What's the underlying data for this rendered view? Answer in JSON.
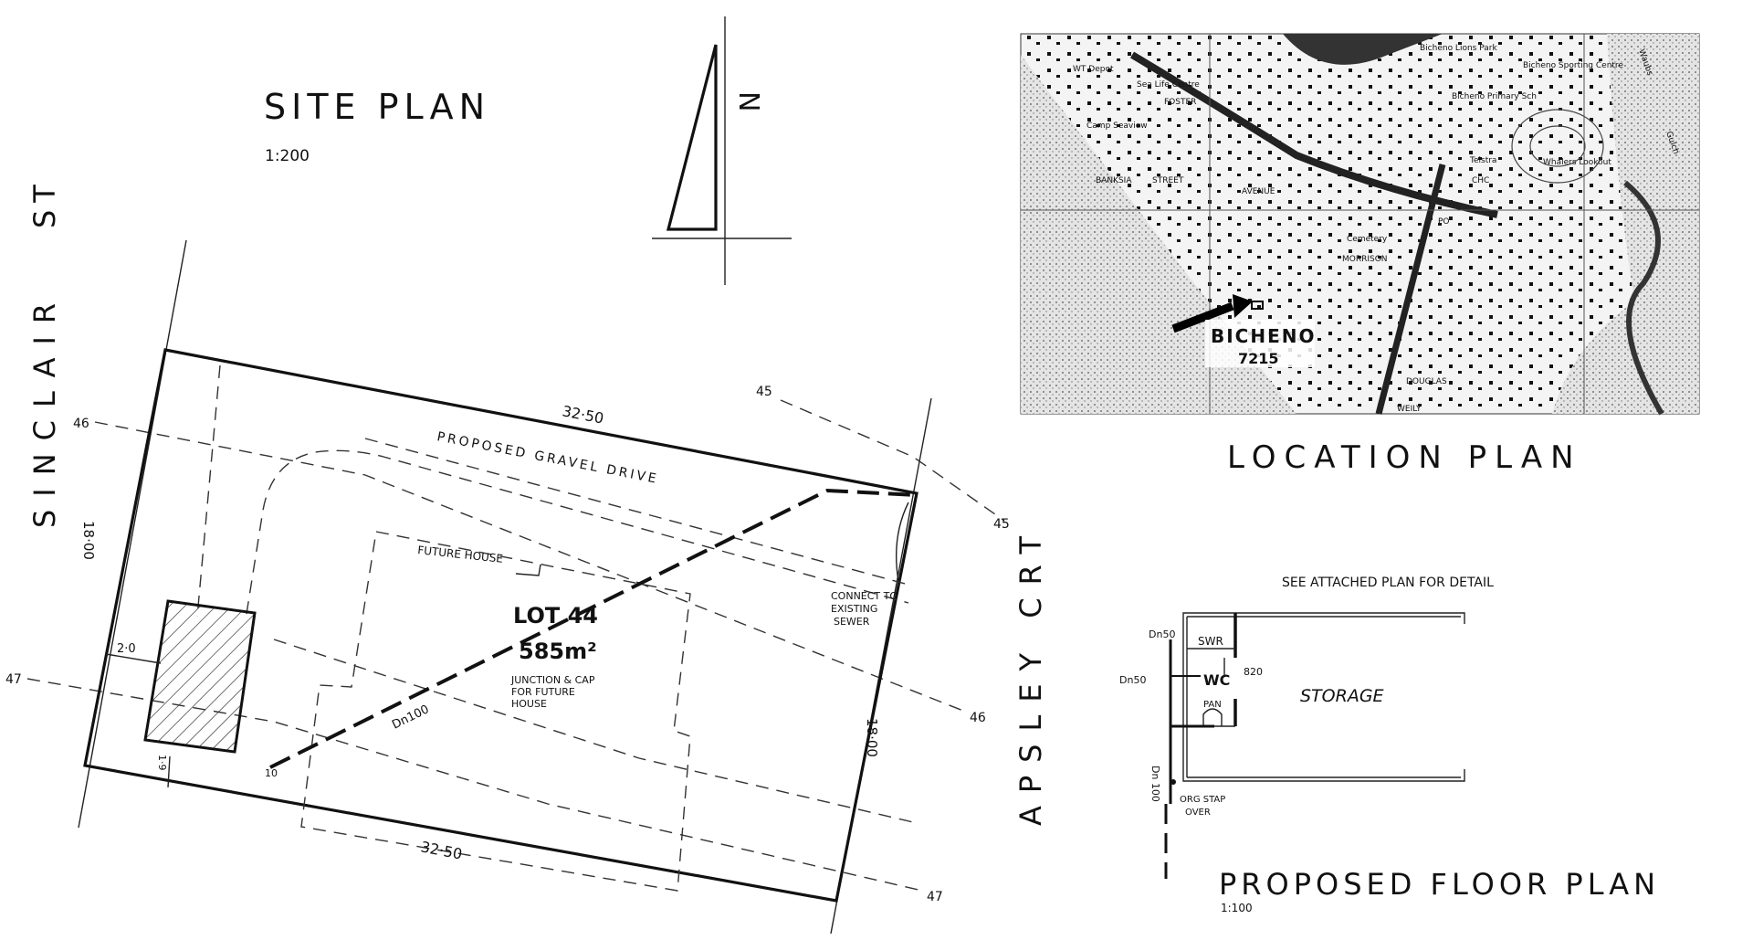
{
  "site_plan": {
    "title": "SITE PLAN",
    "scale": "1:200",
    "north_label": "N",
    "street_left": "SINCLAIR",
    "street_left_suffix": "ST",
    "street_right": "APSLEY CRT",
    "dim_top": "32·50",
    "dim_bottom": "32·50",
    "dim_left": "18·00",
    "dim_right": "18·00",
    "dim_setback_side": "2·0",
    "dim_setback_rear": "1·9",
    "invert_level": "10",
    "drive_label": "PROPOSED GRAVEL DRIVE",
    "future_house_label": "FUTURE HOUSE",
    "lot_label": "LOT 44",
    "lot_area": "585m²",
    "junction_label": [
      "JUNCTION & CAP",
      "FOR FUTURE",
      "HOUSE"
    ],
    "pipe_label": "Dn100",
    "sewer_label": [
      "CONNECT TO",
      "EXISTING",
      "SEWER"
    ],
    "contours": [
      "46",
      "47",
      "45",
      "45",
      "46",
      "47"
    ]
  },
  "location_plan": {
    "title": "LOCATION PLAN",
    "town": "BICHENO",
    "postcode": "7215",
    "map_labels": [
      "Whalers Lookout",
      "Waubs",
      "Gulch",
      "Sea Life Centre",
      "Bicheno Lions Park",
      "Bicheno Sporting Centre",
      "Bicheno Primary Sch",
      "FOSTER",
      "STREET",
      "BANKSIA",
      "AVENUE",
      "MORRISON",
      "Cemetery",
      "DOUGLAS",
      "WT Depot",
      "Camp Seaview",
      "Telstra",
      "PO",
      "CHC",
      "WEILY"
    ]
  },
  "floor_plan": {
    "note": "SEE ATTACHED PLAN FOR DETAIL",
    "title": "PROPOSED FLOOR PLAN",
    "scale": "1:100",
    "room": "STORAGE",
    "wc": "WC",
    "pan": "PAN",
    "door_width": "820",
    "swr": "SWR",
    "pipe_a": "Dn50",
    "pipe_b": "Dn50",
    "pipe_main": "Dn 100",
    "org_note": [
      "ORG STAP",
      "OVER"
    ]
  }
}
